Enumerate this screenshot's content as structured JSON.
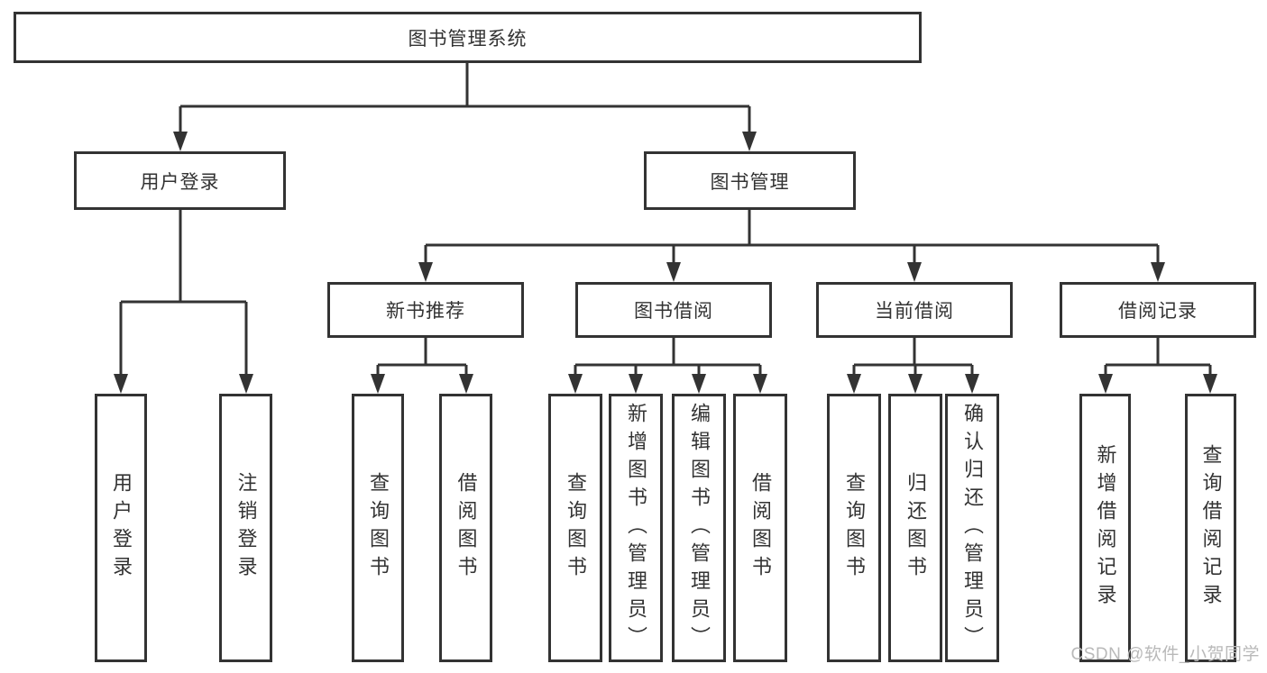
{
  "tree": {
    "label": "图书管理系统",
    "children": [
      {
        "label": "用户登录",
        "children": [
          {
            "label": "用户登录"
          },
          {
            "label": "注销登录"
          }
        ]
      },
      {
        "label": "图书管理",
        "children": [
          {
            "label": "新书推荐",
            "children": [
              {
                "label": "查询图书"
              },
              {
                "label": "借阅图书"
              }
            ]
          },
          {
            "label": "图书借阅",
            "children": [
              {
                "label": "查询图书"
              },
              {
                "label": "新增图书（管理员）"
              },
              {
                "label": "编辑图书（管理员）"
              },
              {
                "label": "借阅图书"
              }
            ]
          },
          {
            "label": "当前借阅",
            "children": [
              {
                "label": "查询图书"
              },
              {
                "label": "归还图书"
              },
              {
                "label": "确认归还（管理员）"
              }
            ]
          },
          {
            "label": "借阅记录",
            "children": [
              {
                "label": "新增借阅记录"
              },
              {
                "label": "查询借阅记录"
              }
            ]
          }
        ]
      }
    ]
  },
  "watermark": "CSDN @软件_小贺同学",
  "colors": {
    "line": "#333333",
    "text": "#333333",
    "watermark": "#b9b9b9",
    "background": "#ffffff"
  }
}
